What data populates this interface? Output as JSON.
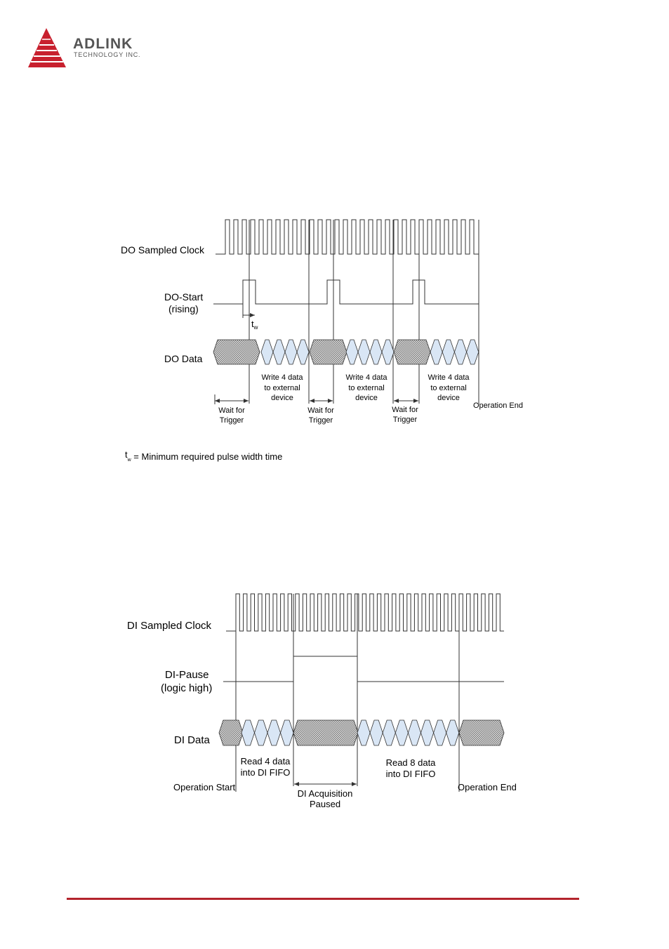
{
  "header": {
    "logo_name": "ADLINK",
    "logo_sub": "TECHNOLOGY INC.",
    "brand_color": "#b3242c"
  },
  "diagram_do": {
    "signals": {
      "clock": "DO Sampled Clock",
      "start_line1": "DO-Start",
      "start_line2": "(rising)",
      "data": "DO Data"
    },
    "tw_symbol": "t",
    "tw_sub": "w",
    "write_labels": [
      [
        "Write 4 data",
        "to external",
        "device"
      ],
      [
        "Write 4 data",
        "to external",
        "device"
      ],
      [
        "Write 4 data",
        "to external",
        "device"
      ]
    ],
    "wait_labels": [
      [
        "Wait for",
        "Trigger"
      ],
      [
        "Wait for",
        "Trigger"
      ],
      [
        "Wait for",
        "Trigger"
      ]
    ],
    "operation_end": "Operation End",
    "legend_symbol": "t",
    "legend_sub": "w",
    "legend_text": " = Minimum required pulse width time"
  },
  "diagram_di": {
    "signals": {
      "clock": "DI Sampled Clock",
      "pause_line1": "DI-Pause",
      "pause_line2": "(logic high)",
      "data": "DI Data"
    },
    "read1": [
      "Read 4 data",
      "into DI FIFO"
    ],
    "read2": [
      "Read 8 data",
      "into DI FIFO"
    ],
    "paused": [
      "DI Acquisition",
      "Paused"
    ],
    "operation_start": "Operation Start",
    "operation_end": "Operation End"
  },
  "colors": {
    "data_fill": "#d9e6f5",
    "hatch": "#8a8a8a",
    "line": "#333333"
  }
}
